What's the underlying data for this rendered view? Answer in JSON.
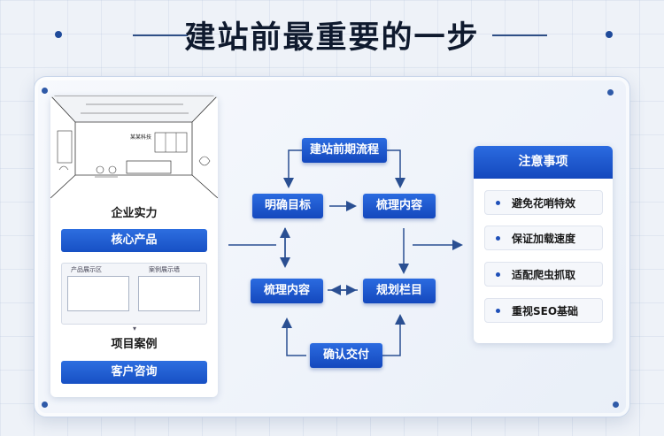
{
  "title": "建站前最重要的一步",
  "left_card": {
    "office_sign": "某某科技",
    "label_1": "企业实力",
    "label_2": "核心产品",
    "wireframe_left_label": "产品展示区",
    "wireframe_right_label": "案例展示墙",
    "label_3": "项目案例",
    "label_4": "客户咨询"
  },
  "flow": {
    "top": "建站前期流程",
    "left_upper": "明确目标",
    "right_upper": "梳理内容",
    "left_lower": "梳理内容",
    "right_lower": "规划栏目",
    "bottom": "确认交付"
  },
  "notice": {
    "heading": "注意事项",
    "items": [
      "避免花哨特效",
      "保证加载速度",
      "适配爬虫抓取",
      "重视SEO基础"
    ]
  },
  "colors": {
    "accent_blue": "#1750c4",
    "title_text": "#0f1a2e",
    "background": "#eef2f8"
  }
}
